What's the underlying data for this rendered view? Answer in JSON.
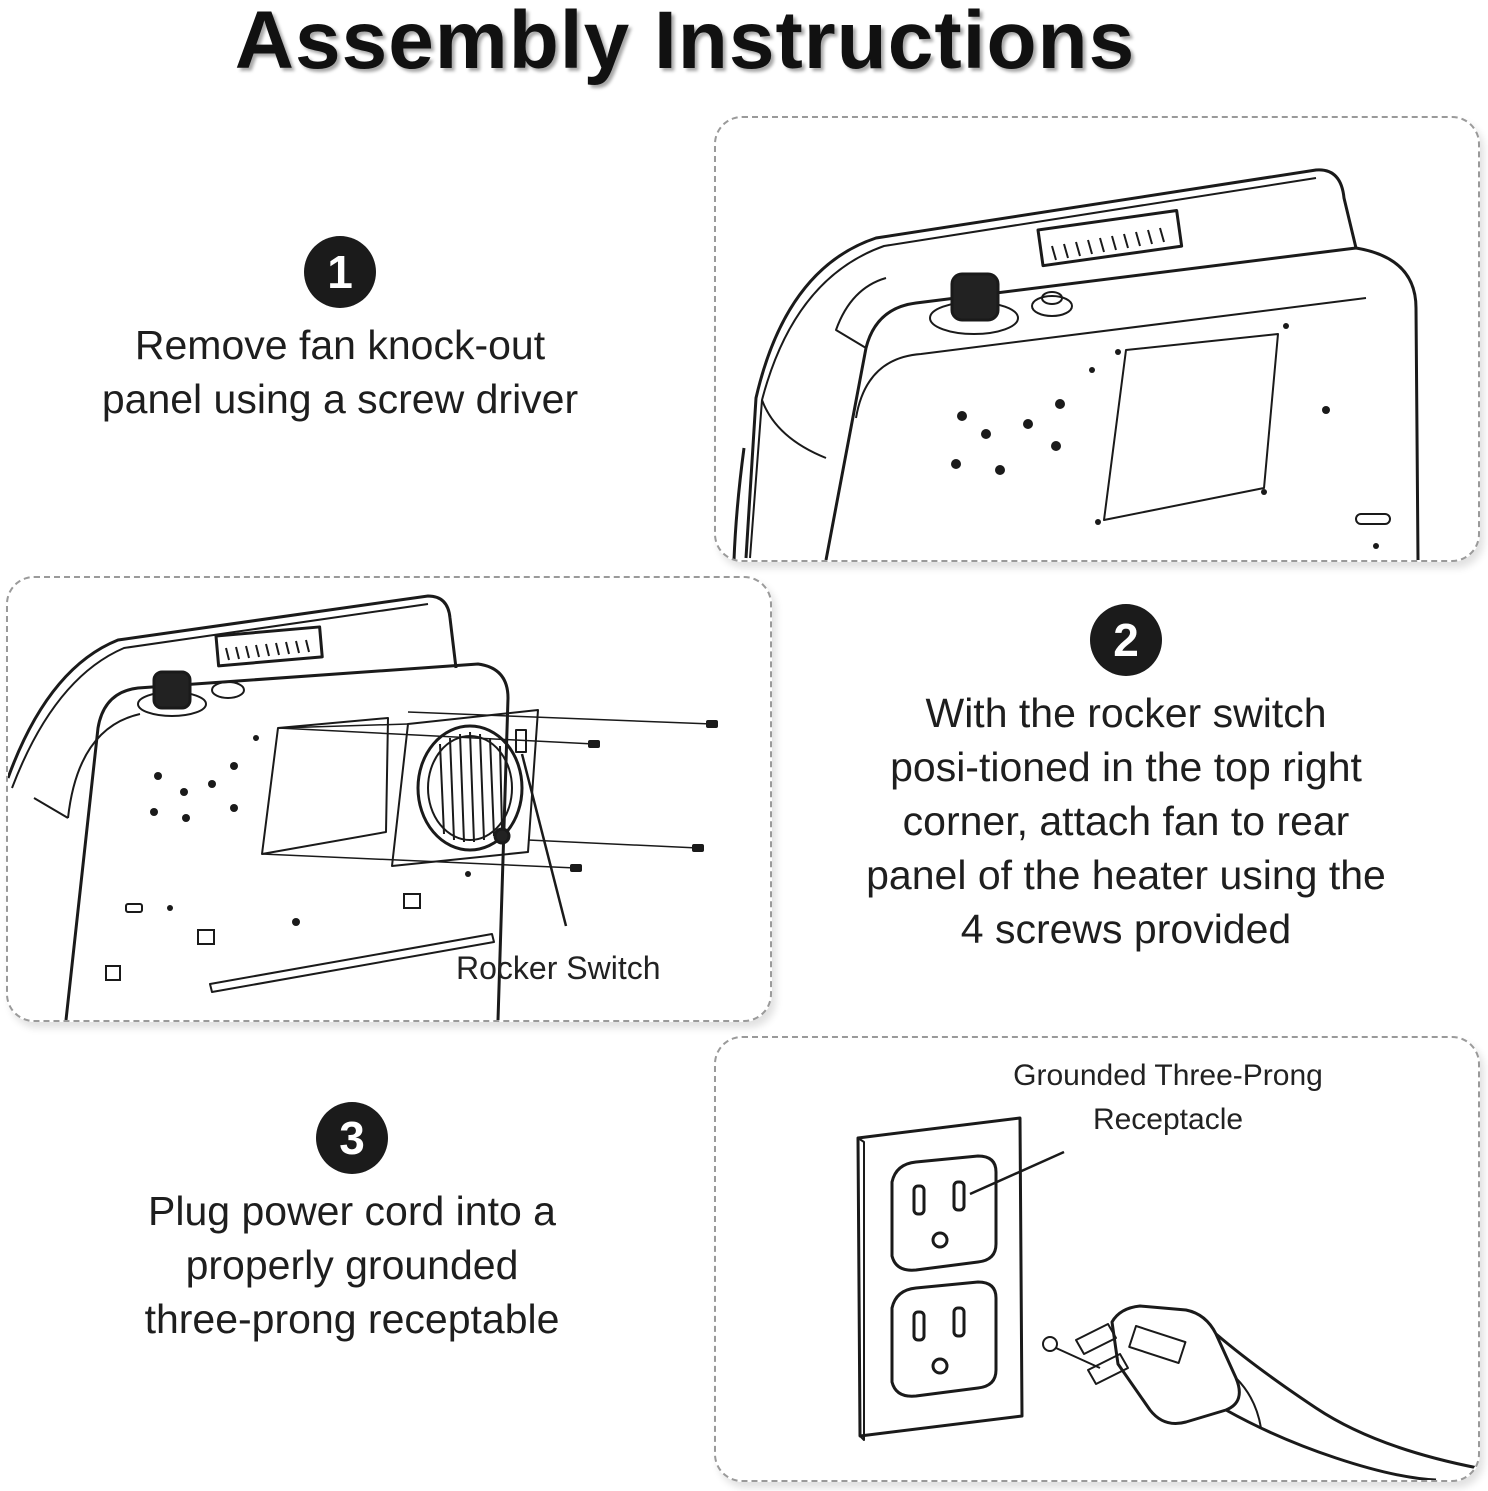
{
  "title": "Assembly Instructions",
  "steps": [
    {
      "number": "1",
      "text_lines": [
        "Remove fan knock-out",
        "panel using a screw driver"
      ]
    },
    {
      "number": "2",
      "text_lines": [
        "With the rocker switch",
        "posi-tioned in the top right",
        "corner, attach fan to rear",
        "panel of the heater using the",
        "4 screws provided"
      ]
    },
    {
      "number": "3",
      "text_lines": [
        "Plug power cord into a",
        "properly grounded",
        "three-prong receptable"
      ]
    }
  ],
  "labels": {
    "rocker_switch": "Rocker Switch",
    "receptacle_line1": "Grounded Three-Prong",
    "receptacle_line2": "Receptacle"
  }
}
